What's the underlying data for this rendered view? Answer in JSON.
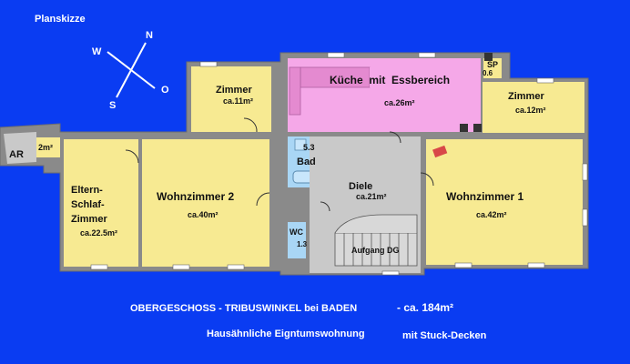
{
  "title": "Planskizze",
  "compass": {
    "n": "N",
    "o": "O",
    "s": "S",
    "w": "W"
  },
  "rooms": {
    "ar": {
      "name": "AR"
    },
    "storage": {
      "area": "2m²"
    },
    "eltern": {
      "name1": "Eltern-",
      "name2": "Schlaf-",
      "name3": "Zimmer",
      "area": "ca.22.5m²"
    },
    "wohn2": {
      "name": "Wohnzimmer 2",
      "area": "ca.40m²"
    },
    "zimmer_left": {
      "name": "Zimmer",
      "area": "ca.11m²"
    },
    "kueche": {
      "name": "Küche  mit  Essbereich",
      "area": "ca.26m²"
    },
    "sp": {
      "name": "SP",
      "area": "0.6"
    },
    "zimmer_right": {
      "name": "Zimmer",
      "area": "ca.12m²"
    },
    "bad": {
      "name": "Bad",
      "area": "5.3"
    },
    "wc": {
      "name": "WC",
      "area": "1.3"
    },
    "diele": {
      "name": "Diele",
      "area": "ca.21m²"
    },
    "aufgang": {
      "name": "Aufgang DG"
    },
    "wohn1": {
      "name": "Wohnzimmer 1",
      "area": "ca.42m²"
    }
  },
  "caption": {
    "line1": "OBERGESCHOSS - TRIBUSWINKEL bei BADEN",
    "total": "- ca. 184m²",
    "line2a": "Hausähnliche Eigntumswohnung",
    "line2b": "mit Stuck-Decken"
  },
  "colors": {
    "background": "#0a3cf2",
    "wall": "#8a8a8a",
    "room_yellow": "#f7ea92",
    "kitchen_pink": "#f5a8e8",
    "bath_blue": "#a9d6f5",
    "hall_grey": "#c9c9c9"
  }
}
